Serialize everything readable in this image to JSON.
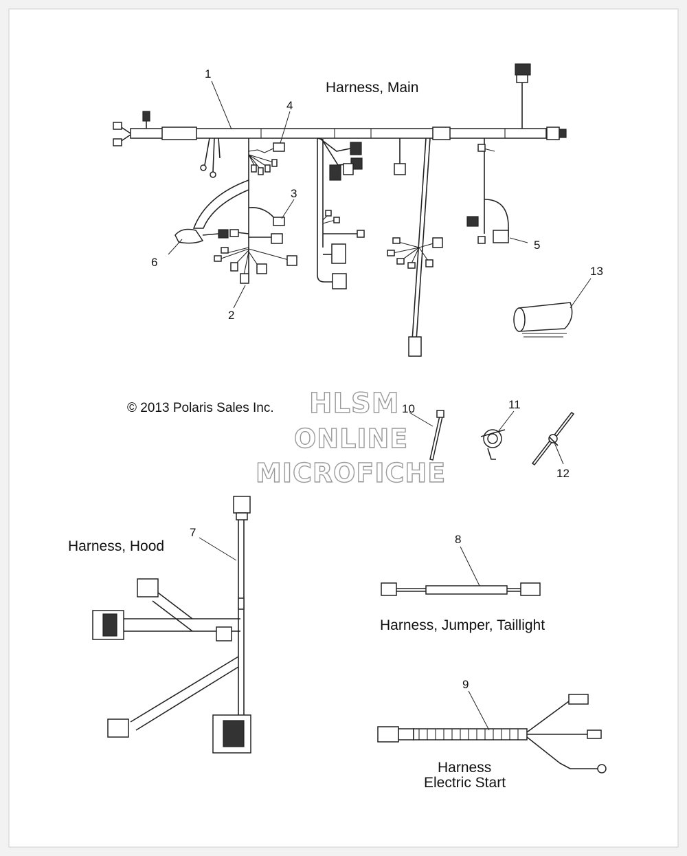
{
  "titles": {
    "main": "Harness, Main",
    "hood": "Harness, Hood",
    "jumper": "Harness, Jumper, Taillight",
    "electric_line1": "Harness",
    "electric_line2": "Electric Start"
  },
  "copyright": "© 2013 Polaris Sales Inc.",
  "watermark": {
    "line1": "HLSM",
    "line2": "ONLINE",
    "line3": "MICROFICHE"
  },
  "callouts": [
    "1",
    "2",
    "3",
    "4",
    "5",
    "6",
    "7",
    "8",
    "9",
    "10",
    "11",
    "12",
    "13"
  ]
}
